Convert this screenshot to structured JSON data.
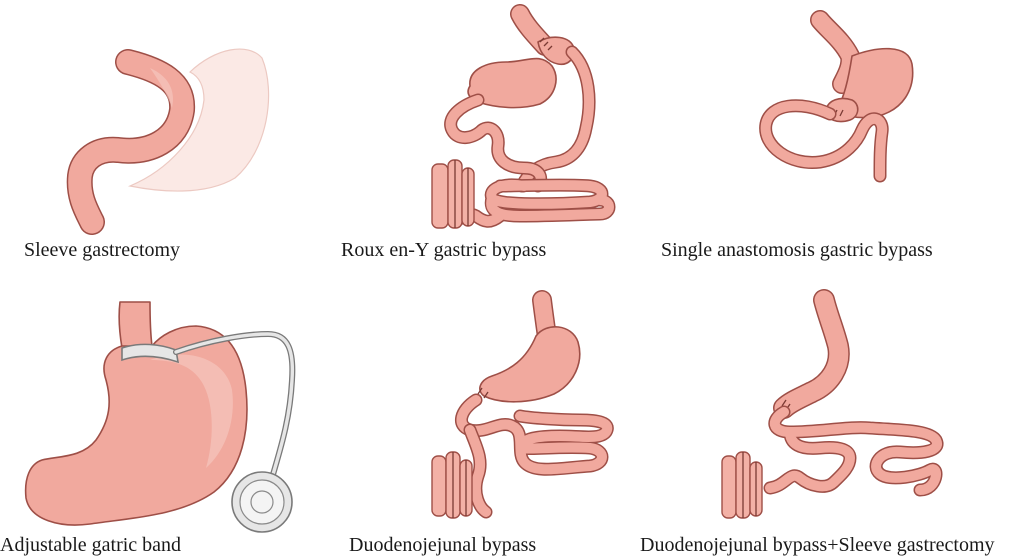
{
  "procedures": [
    {
      "id": "sleeve",
      "label": "Sleeve gastrectomy"
    },
    {
      "id": "rygb",
      "label": "Roux en-Y gastric bypass"
    },
    {
      "id": "sagb",
      "label": "Single anastomosis gastric bypass"
    },
    {
      "id": "band",
      "label": "Adjustable gatric band"
    },
    {
      "id": "djb",
      "label": "Duodenojejunal bypass"
    },
    {
      "id": "djbsg",
      "label": "Duodenojejunal bypass+Sleeve gastrectomy"
    }
  ],
  "colors": {
    "organ_fill": "#f1a99e",
    "organ_stroke": "#9e4f47",
    "removed_fill": "#fbe9e5",
    "colon_fill": "#f3b1a6",
    "band_fill": "#e6e6e6",
    "band_stroke": "#7a7a7a",
    "text": "#1a1a1a"
  }
}
